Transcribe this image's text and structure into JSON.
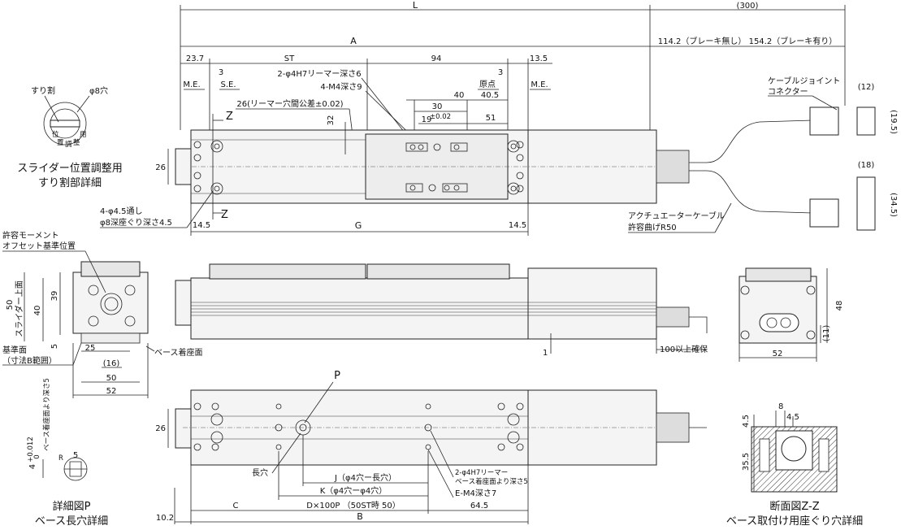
{
  "dims": {
    "L": "L",
    "len300": "(300)",
    "A": "A",
    "brake": "114.2（ブレーキ無し） 154.2（ブレーキ有り）",
    "d237": "23.7",
    "ST": "ST",
    "d94": "94",
    "d135": "13.5",
    "d3a": "3",
    "d3b": "3",
    "ME1": "M.E.",
    "SE": "S.E.",
    "ME2": "M.E.",
    "origin": "原点",
    "hole_top": "2-φ4H7リーマー深さ6",
    "m4": "4-M4深さ9",
    "ream26": "26(リーマー穴間公差±0.02)",
    "d40": "40",
    "d30": "30",
    "d19": "19",
    "tol002": "±0.02",
    "d405": "40.5",
    "d51": "51",
    "d32": "32",
    "d26a": "26",
    "z1": "Z",
    "z2": "Z",
    "hole45": "4-φ4.5通し",
    "cb8": "φ8深座ぐり深さ4.5",
    "d145a": "14.5",
    "G": "G",
    "d145b": "14.5",
    "d12": "(12)",
    "d195": "(19.5)",
    "d18": "(18)",
    "d345": "(34.5)",
    "cable_joint_1": "ケーブルジョイント",
    "cable_joint_2": "コネクター",
    "act_cable_1": "アクチュエーターケーブル",
    "act_cable_2": "許容曲げR50",
    "suri": "すり割",
    "hole8": "φ8穴",
    "k_pos": "位",
    "k_chi": "置",
    "k_cho": "調",
    "k_sei": "整",
    "k_you": "用",
    "slider_title_1": "スライダー位置調整用",
    "slider_title_2": "すり割部詳細",
    "moment_1": "許容モーメント",
    "moment_2": "オフセット基準位置",
    "d50v": "50",
    "slider_top": "スライダー上面",
    "d40v": "40",
    "d39": "39",
    "d5": "5",
    "base_ref_1": "基準面",
    "base_ref_2": "（寸法B範囲）",
    "d25": "25",
    "d16": "(16)",
    "d50h": "50",
    "d52h": "52",
    "base_face": "ベース着座面",
    "d1": "1",
    "d100": "100以上確保",
    "d48": "48",
    "d11": "(11)",
    "d52r": "52",
    "P": "P",
    "d26b": "26",
    "long_hole": "長穴",
    "J": "J（φ4穴ー長穴）",
    "K": "K（φ4穴ーφ4穴）",
    "C": "C",
    "DxP": "D×100P （50ST時 50）",
    "d645": "64.5",
    "d102": "10.2",
    "B": "B",
    "bottom_ream_1": "2-φ4H7リーマー",
    "bottom_ream_2": "ベース着座面より深さ5",
    "bottom_m4": "E-M4深さ7",
    "detailP_depth": "ベース着座面より深さ5",
    "detailP_dim": "4",
    "detailP_tol": "+0.012",
    "detailP_tol0": "0",
    "detailP_5": "5",
    "detailP_R": "R",
    "detailP_1": "詳細図P",
    "detailP_2": "ベース長穴詳細",
    "d8": "8",
    "d45": "4.5",
    "d45v": "4.5",
    "d355": "35.5",
    "section_1": "断面図Z-Z",
    "section_2": "ベース取付け用座ぐり穴詳細"
  }
}
